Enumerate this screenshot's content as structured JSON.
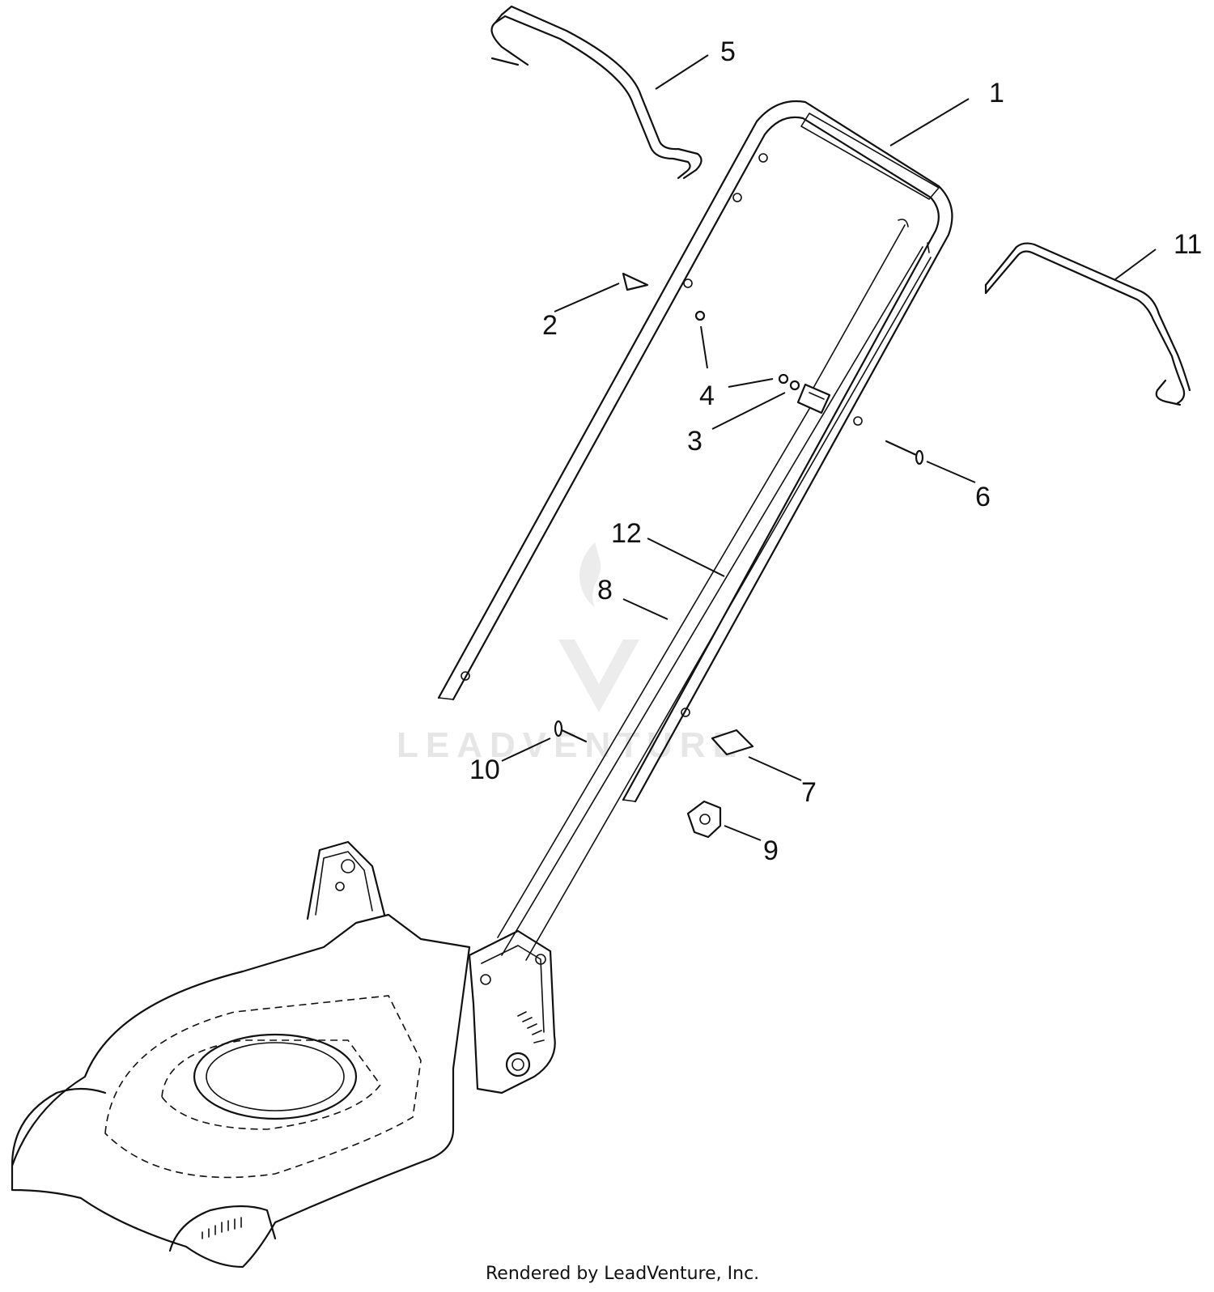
{
  "callouts": [
    {
      "id": "1",
      "label": "1"
    },
    {
      "id": "2",
      "label": "2"
    },
    {
      "id": "3",
      "label": "3"
    },
    {
      "id": "4",
      "label": "4"
    },
    {
      "id": "5",
      "label": "5"
    },
    {
      "id": "6",
      "label": "6"
    },
    {
      "id": "7",
      "label": "7"
    },
    {
      "id": "8",
      "label": "8"
    },
    {
      "id": "9",
      "label": "9"
    },
    {
      "id": "10",
      "label": "10"
    },
    {
      "id": "11",
      "label": "11"
    },
    {
      "id": "12",
      "label": "12"
    }
  ],
  "watermark": {
    "text": "LEADVENTURE"
  },
  "footer": {
    "text": "Rendered by LeadVenture, Inc."
  },
  "colors": {
    "line": "#111111",
    "background": "#ffffff",
    "watermark": "#e6e6e6"
  }
}
